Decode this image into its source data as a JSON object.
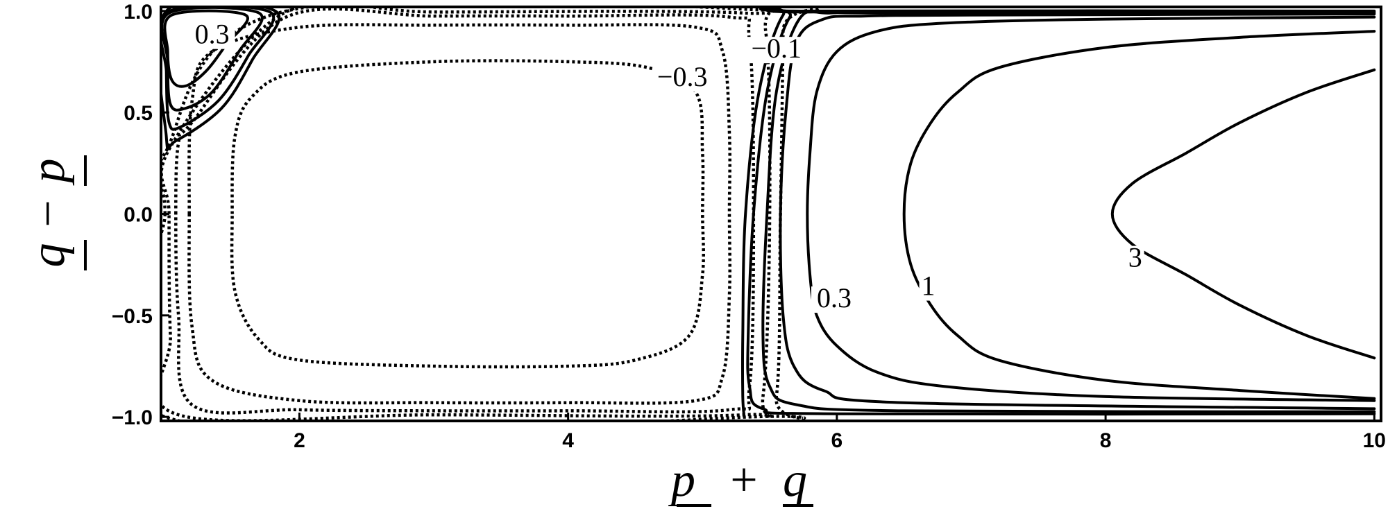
{
  "chart_data": {
    "type": "contour",
    "title": "",
    "xlabel": {
      "parts": [
        "p",
        "+",
        "q"
      ],
      "underlined": [
        "p",
        "q"
      ]
    },
    "ylabel": {
      "parts": [
        "q",
        "−",
        "p"
      ],
      "underlined": [
        "q",
        "p"
      ]
    },
    "xlim": [
      0.97,
      10.05
    ],
    "ylim": [
      -1.02,
      1.02
    ],
    "x_ticks": [
      {
        "value": 2,
        "label": "2"
      },
      {
        "value": 4,
        "label": "4"
      },
      {
        "value": 6,
        "label": "6"
      },
      {
        "value": 8,
        "label": "8"
      },
      {
        "value": 10,
        "label": "10"
      }
    ],
    "y_ticks": [
      {
        "value": 1.0,
        "label": "1.0"
      },
      {
        "value": 0.5,
        "label": "0.5"
      },
      {
        "value": 0.0,
        "label": "0.0"
      },
      {
        "value": -0.5,
        "label": "−0.5"
      },
      {
        "value": -1.0,
        "label": "−1.0"
      }
    ],
    "grid": false,
    "legend": "none",
    "line_color": "#000000",
    "line_styles": {
      "positive": "solid",
      "negative": "dotted"
    },
    "contour_levels": [
      3,
      1,
      0.3,
      -0.1,
      -0.3
    ],
    "contours": [
      {
        "level": 3,
        "style": "solid",
        "points": [
          [
            10.0,
            0.71
          ],
          [
            9.5,
            0.6
          ],
          [
            9.0,
            0.45
          ],
          [
            8.6,
            0.3
          ],
          [
            8.2,
            0.15
          ],
          [
            8.05,
            0.0
          ],
          [
            8.2,
            -0.15
          ],
          [
            8.6,
            -0.3
          ],
          [
            9.0,
            -0.45
          ],
          [
            9.5,
            -0.6
          ],
          [
            10.0,
            -0.71
          ]
        ]
      },
      {
        "level": 1,
        "style": "solid",
        "points": [
          [
            10.0,
            0.9
          ],
          [
            9.0,
            0.87
          ],
          [
            8.0,
            0.82
          ],
          [
            7.2,
            0.72
          ],
          [
            6.9,
            0.6
          ],
          [
            6.7,
            0.45
          ],
          [
            6.55,
            0.25
          ],
          [
            6.5,
            0.0
          ],
          [
            6.55,
            -0.25
          ],
          [
            6.7,
            -0.45
          ],
          [
            6.9,
            -0.6
          ],
          [
            7.2,
            -0.72
          ],
          [
            8.0,
            -0.82
          ],
          [
            9.0,
            -0.87
          ],
          [
            10.0,
            -0.91
          ]
        ]
      },
      {
        "level": 0.3,
        "style": "solid",
        "points": [
          [
            10.0,
            0.97
          ],
          [
            8.0,
            0.96
          ],
          [
            6.8,
            0.94
          ],
          [
            6.3,
            0.9
          ],
          [
            6.0,
            0.8
          ],
          [
            5.85,
            0.6
          ],
          [
            5.8,
            0.3
          ],
          [
            5.78,
            0.0
          ],
          [
            5.8,
            -0.3
          ],
          [
            5.85,
            -0.5
          ],
          [
            6.0,
            -0.65
          ],
          [
            6.3,
            -0.78
          ],
          [
            6.8,
            -0.85
          ],
          [
            8.0,
            -0.9
          ],
          [
            10.0,
            -0.92
          ]
        ]
      },
      {
        "level": null,
        "style": "solid",
        "points": [
          [
            10.0,
            0.985
          ],
          [
            7.0,
            0.98
          ],
          [
            6.2,
            0.975
          ],
          [
            5.9,
            0.96
          ],
          [
            5.7,
            0.85
          ],
          [
            5.62,
            0.5
          ],
          [
            5.58,
            0.0
          ],
          [
            5.6,
            -0.5
          ],
          [
            5.68,
            -0.75
          ],
          [
            5.9,
            -0.87
          ],
          [
            6.5,
            -0.93
          ],
          [
            10.0,
            -0.96
          ]
        ]
      },
      {
        "level": null,
        "style": "solid",
        "points": [
          [
            10.0,
            0.99
          ],
          [
            6.5,
            0.99
          ],
          [
            5.95,
            0.99
          ],
          [
            5.72,
            0.96
          ],
          [
            5.55,
            0.6
          ],
          [
            5.48,
            0.0
          ],
          [
            5.45,
            -0.6
          ],
          [
            5.5,
            -0.85
          ],
          [
            5.7,
            -0.94
          ],
          [
            6.5,
            -0.97
          ],
          [
            10.0,
            -0.975
          ]
        ]
      },
      {
        "level": null,
        "style": "solid",
        "points": [
          [
            10.0,
            0.995
          ],
          [
            5.85,
            0.995
          ],
          [
            5.65,
            0.97
          ],
          [
            5.48,
            0.6
          ],
          [
            5.38,
            0.0
          ],
          [
            5.34,
            -0.6
          ],
          [
            5.35,
            -0.85
          ],
          [
            5.45,
            -0.96
          ],
          [
            6.0,
            -0.985
          ],
          [
            10.0,
            -0.985
          ]
        ]
      },
      {
        "level": null,
        "style": "solid",
        "points": [
          [
            10.0,
            1.0
          ],
          [
            5.8,
            1.0
          ],
          [
            5.6,
            0.98
          ],
          [
            5.42,
            0.6
          ],
          [
            5.32,
            0.0
          ],
          [
            5.3,
            -0.6
          ],
          [
            5.3,
            -0.9
          ],
          [
            5.31,
            -1.0
          ]
        ]
      },
      {
        "level": 0.3,
        "style": "solid",
        "closed": true,
        "points": [
          [
            1.05,
            0.98
          ],
          [
            1.6,
            0.98
          ],
          [
            1.45,
            0.83
          ],
          [
            1.3,
            0.7
          ],
          [
            1.15,
            0.63
          ],
          [
            1.05,
            0.66
          ],
          [
            1.02,
            0.8
          ]
        ]
      },
      {
        "level": null,
        "style": "solid",
        "closed": true,
        "points": [
          [
            1.03,
            0.99
          ],
          [
            1.7,
            0.99
          ],
          [
            1.55,
            0.8
          ],
          [
            1.35,
            0.6
          ],
          [
            1.15,
            0.52
          ],
          [
            1.04,
            0.54
          ],
          [
            1.02,
            0.75
          ]
        ]
      },
      {
        "level": null,
        "style": "solid",
        "closed": true,
        "points": [
          [
            1.02,
            0.995
          ],
          [
            1.78,
            0.995
          ],
          [
            1.62,
            0.78
          ],
          [
            1.4,
            0.56
          ],
          [
            1.12,
            0.43
          ],
          [
            1.03,
            0.45
          ],
          [
            1.01,
            0.7
          ]
        ]
      },
      {
        "level": null,
        "style": "solid",
        "closed": true,
        "points": [
          [
            1.01,
            1.0
          ],
          [
            1.82,
            1.0
          ],
          [
            1.65,
            0.76
          ],
          [
            1.42,
            0.52
          ],
          [
            1.08,
            0.36
          ],
          [
            1.01,
            0.38
          ]
        ]
      },
      {
        "level": -0.3,
        "style": "dotted",
        "closed": true,
        "points": [
          [
            1.5,
            0.0
          ],
          [
            1.52,
            0.38
          ],
          [
            1.65,
            0.58
          ],
          [
            2.0,
            0.7
          ],
          [
            3.0,
            0.75
          ],
          [
            4.0,
            0.75
          ],
          [
            4.6,
            0.72
          ],
          [
            4.95,
            0.6
          ],
          [
            5.0,
            0.3
          ],
          [
            5.0,
            0.0
          ],
          [
            5.0,
            -0.3
          ],
          [
            4.9,
            -0.6
          ],
          [
            4.5,
            -0.72
          ],
          [
            4.0,
            -0.75
          ],
          [
            3.0,
            -0.75
          ],
          [
            2.0,
            -0.72
          ],
          [
            1.7,
            -0.62
          ],
          [
            1.52,
            -0.38
          ]
        ]
      },
      {
        "level": -0.1,
        "style": "dotted",
        "closed": true,
        "points": [
          [
            1.18,
            0.0
          ],
          [
            1.2,
            0.55
          ],
          [
            1.35,
            0.8
          ],
          [
            2.0,
            0.92
          ],
          [
            3.0,
            0.93
          ],
          [
            4.0,
            0.93
          ],
          [
            4.95,
            0.92
          ],
          [
            5.15,
            0.8
          ],
          [
            5.2,
            0.4
          ],
          [
            5.2,
            0.0
          ],
          [
            5.2,
            -0.4
          ],
          [
            5.15,
            -0.8
          ],
          [
            4.95,
            -0.92
          ],
          [
            4.0,
            -0.93
          ],
          [
            3.0,
            -0.93
          ],
          [
            2.0,
            -0.92
          ],
          [
            1.35,
            -0.82
          ],
          [
            1.2,
            -0.55
          ]
        ]
      },
      {
        "level": null,
        "style": "dotted",
        "closed": true,
        "points": [
          [
            1.08,
            0.0
          ],
          [
            1.1,
            0.35
          ],
          [
            1.2,
            0.45
          ],
          [
            1.9,
            0.97
          ],
          [
            3.0,
            0.975
          ],
          [
            4.0,
            0.975
          ],
          [
            5.2,
            0.97
          ],
          [
            5.35,
            0.85
          ],
          [
            5.38,
            0.0
          ],
          [
            5.35,
            -0.85
          ],
          [
            5.2,
            -0.965
          ],
          [
            4.0,
            -0.97
          ],
          [
            3.0,
            -0.97
          ],
          [
            2.0,
            -0.965
          ],
          [
            1.2,
            -0.94
          ],
          [
            1.1,
            -0.5
          ]
        ]
      },
      {
        "level": null,
        "style": "dotted",
        "closed": true,
        "points": [
          [
            1.03,
            0.0
          ],
          [
            1.04,
            0.33
          ],
          [
            1.9,
            0.995
          ],
          [
            3.0,
            0.995
          ],
          [
            5.3,
            0.99
          ],
          [
            5.47,
            0.9
          ],
          [
            5.5,
            0.0
          ],
          [
            5.45,
            -0.9
          ],
          [
            5.3,
            -0.99
          ],
          [
            3.0,
            -0.99
          ],
          [
            1.1,
            -0.99
          ],
          [
            1.04,
            -0.6
          ]
        ]
      },
      {
        "level": null,
        "style": "dotted",
        "closed": true,
        "points": [
          [
            1.0,
            0.0
          ],
          [
            1.0,
            0.3
          ],
          [
            1.9,
            1.0
          ],
          [
            5.6,
            1.0
          ],
          [
            5.6,
            0.9
          ],
          [
            5.58,
            0.0
          ],
          [
            5.55,
            -0.9
          ],
          [
            5.38,
            -1.0
          ],
          [
            1.0,
            -1.0
          ]
        ]
      }
    ],
    "contour_labels": [
      {
        "text": "3",
        "x": 8.22,
        "y": -0.26
      },
      {
        "text": "1",
        "x": 6.68,
        "y": -0.4
      },
      {
        "text": "0.3",
        "x": 5.98,
        "y": -0.46
      },
      {
        "text": "−0.1",
        "x": 5.55,
        "y": 0.77
      },
      {
        "text": "−0.3",
        "x": 4.85,
        "y": 0.63
      },
      {
        "text": "0.3",
        "x": 1.35,
        "y": 0.84
      }
    ]
  }
}
